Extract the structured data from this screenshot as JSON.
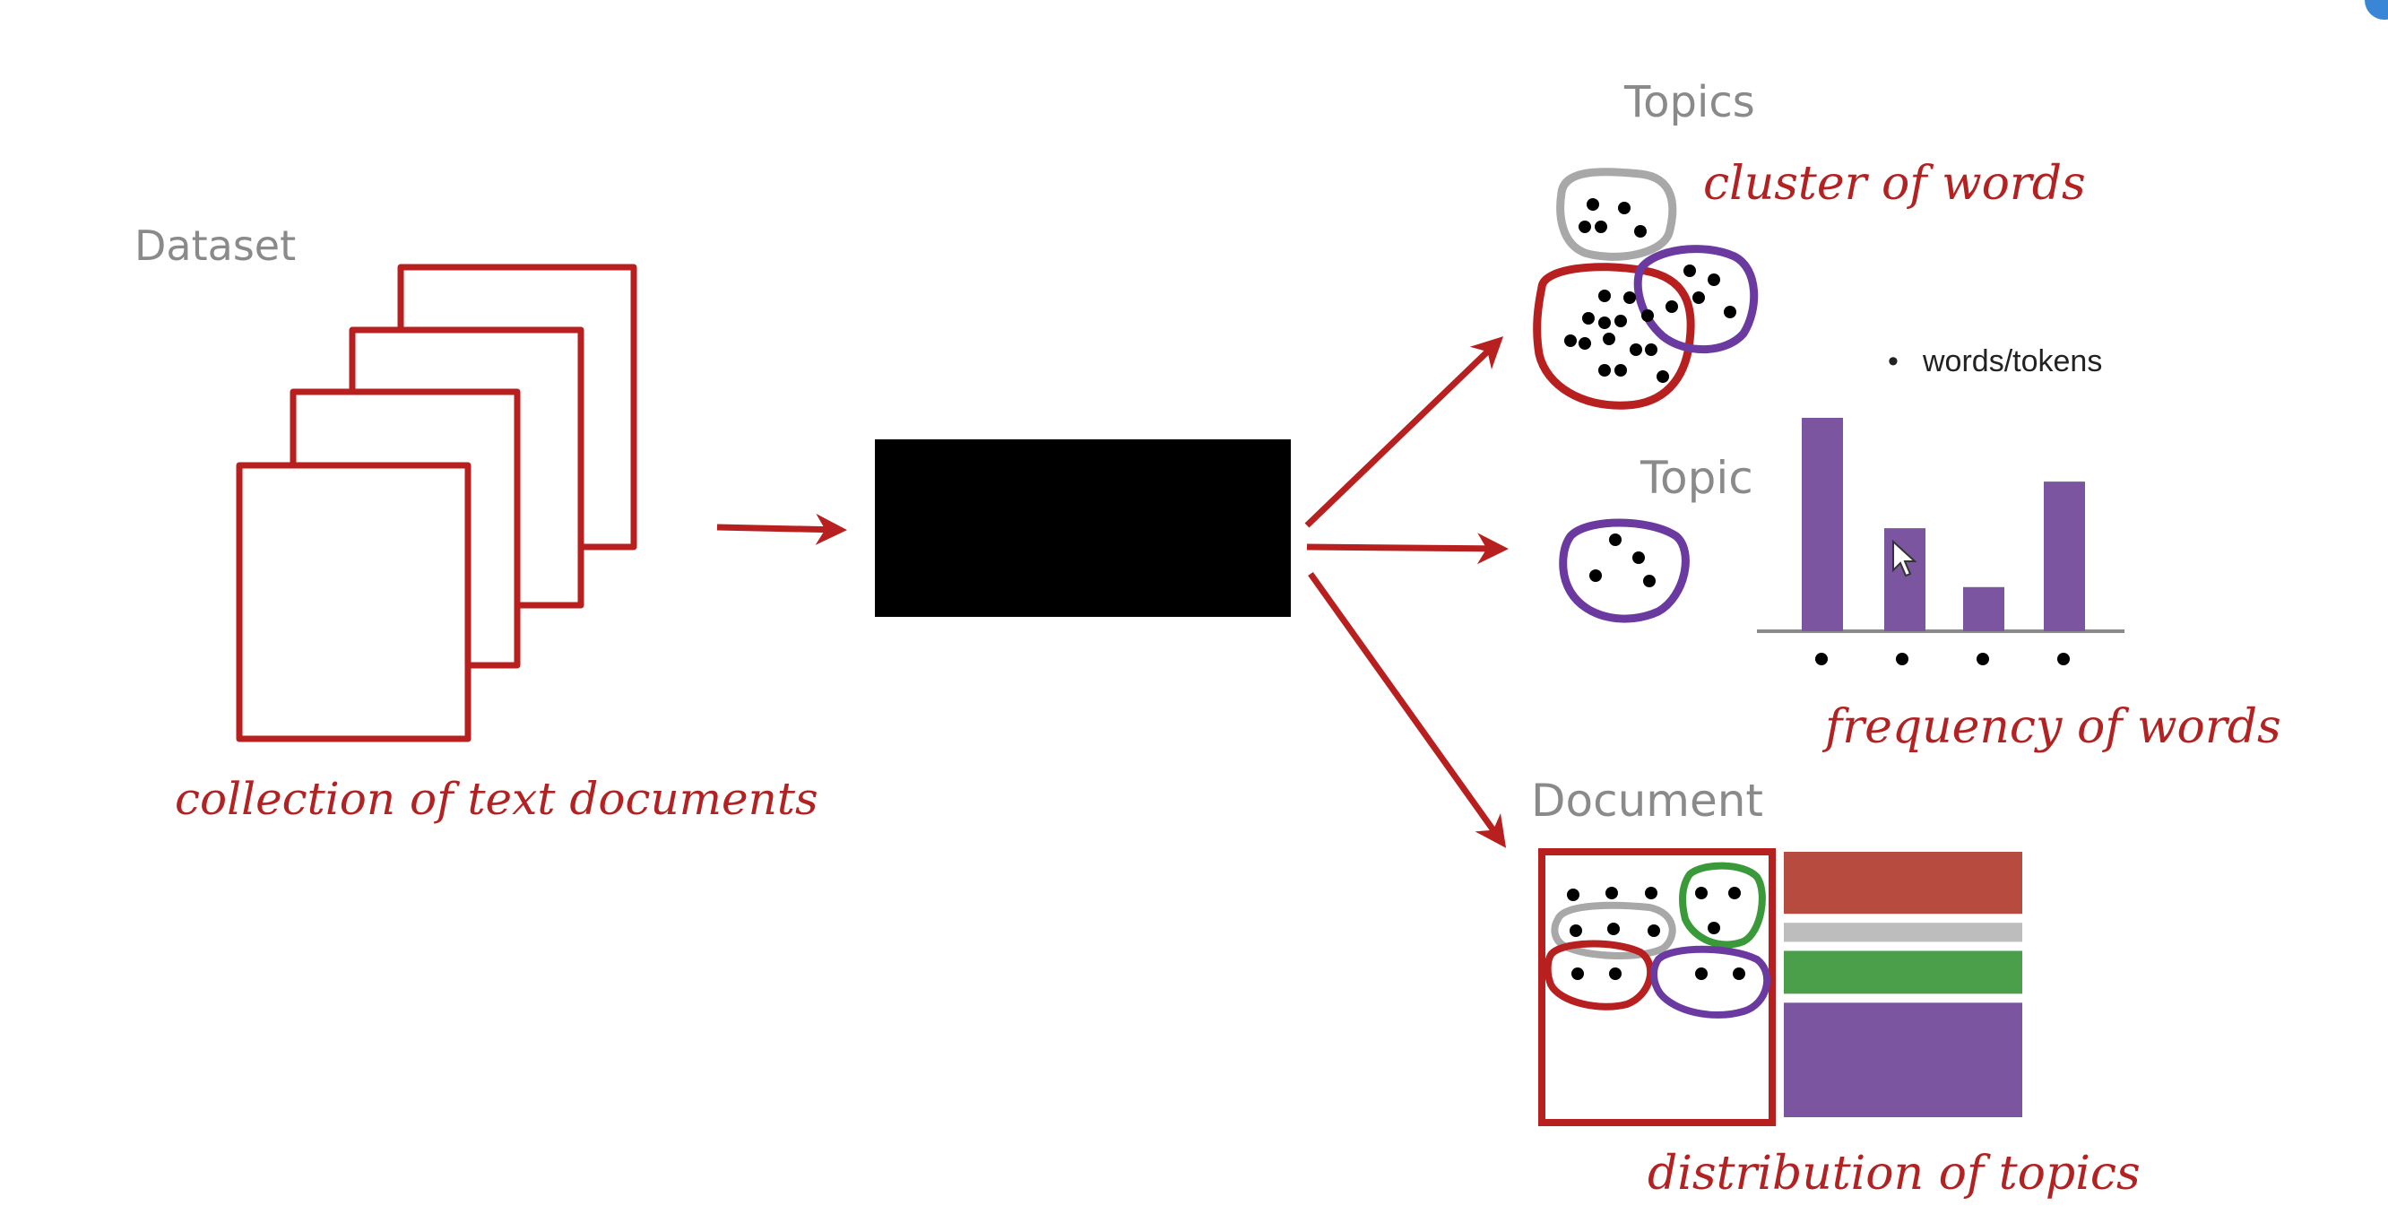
{
  "dataset": {
    "title": "Dataset",
    "caption": "collection of text documents"
  },
  "model_box": {
    "fill": "#000000"
  },
  "topics": {
    "title": "Topics",
    "caption": "cluster of words"
  },
  "topic": {
    "title": "Topic",
    "legend_bullet": "•",
    "legend_text": "words/tokens",
    "caption": "frequency of words",
    "bar_color": "#7b559f",
    "bar_values": [
      0.87,
      0.42,
      0.18,
      0.61
    ]
  },
  "document": {
    "title": "Document",
    "caption": "distribution of topics",
    "distribution": [
      {
        "color": "#b84b3f",
        "share": 0.26
      },
      {
        "color": "#bdbdbd",
        "share": 0.08
      },
      {
        "color": "#4b9f4b",
        "share": 0.18
      },
      {
        "color": "#7b559f",
        "share": 0.48
      }
    ]
  },
  "colors": {
    "ink_red": "#b81f1f",
    "gray": "#a8a8a8",
    "purple": "#6b3aa0",
    "green": "#3a9a3a",
    "axis": "#8a8a8a"
  }
}
